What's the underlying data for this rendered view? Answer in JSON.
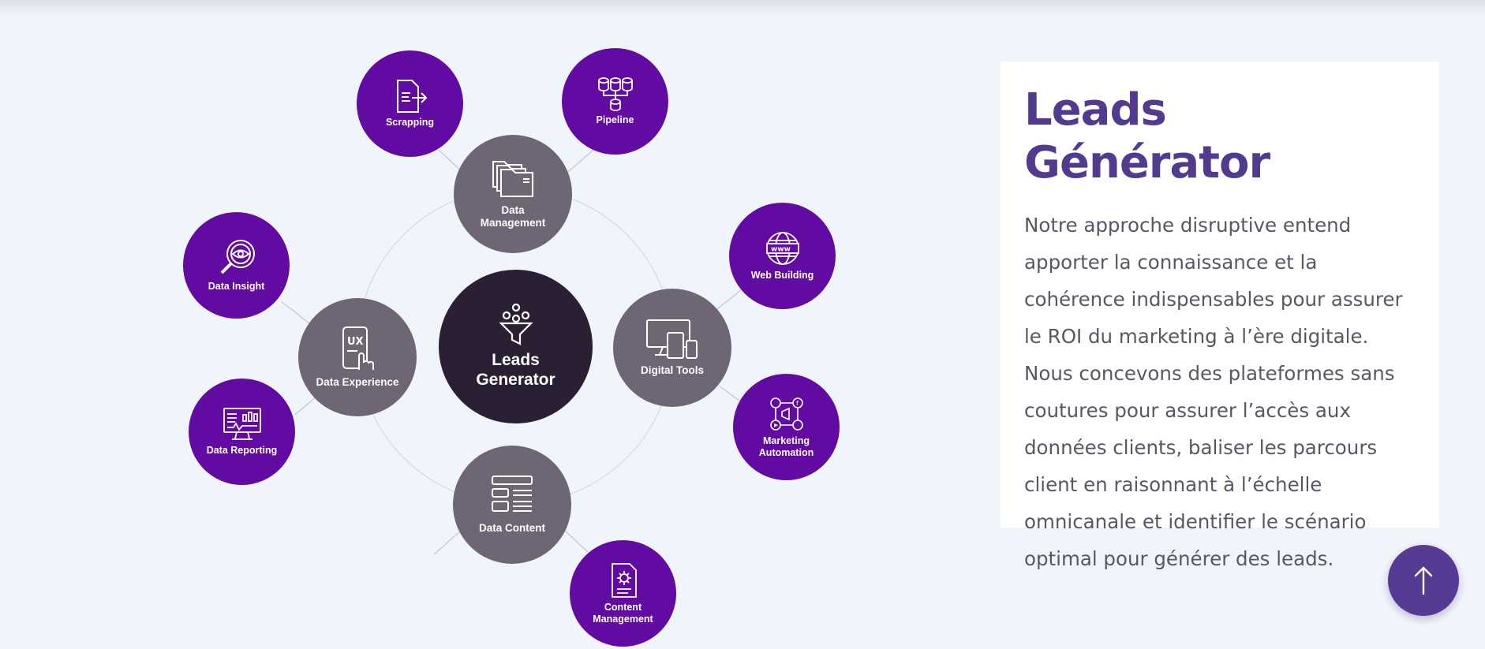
{
  "diagram": {
    "center": {
      "label": "Leads\nGenerator",
      "icon": "funnel-icon"
    },
    "hubs": {
      "data_management": {
        "label": "Data\nManagement",
        "icon": "folders-icon"
      },
      "data_experience": {
        "label": "Data Experience",
        "icon": "ux-touch-icon"
      },
      "digital_tools": {
        "label": "Digital Tools",
        "icon": "devices-icon"
      },
      "data_content": {
        "label": "Data Content",
        "icon": "layout-icon"
      }
    },
    "leaves": {
      "scrapping": {
        "label": "Scrapping",
        "icon": "document-export-icon"
      },
      "pipeline": {
        "label": "Pipeline",
        "icon": "database-pipeline-icon"
      },
      "data_insight": {
        "label": "Data Insight",
        "icon": "magnifier-eye-icon"
      },
      "data_reporting": {
        "label": "Data Reporting",
        "icon": "monitor-chart-icon"
      },
      "web_building": {
        "label": "Web Building",
        "icon": "globe-www-icon"
      },
      "marketing_automation": {
        "label": "Marketing\nAutomation",
        "icon": "social-network-icon"
      },
      "content_management": {
        "label": "Content\nManagement",
        "icon": "document-gear-icon"
      }
    }
  },
  "card": {
    "title": "Leads Générator",
    "body": "Notre approche disruptive entend apporter la connaissance et la cohérence indispensables pour assurer le ROI du marketing à l’ère digitale. Nous concevons des plateformes sans coutures pour assurer l’accès aux données clients, baliser les parcours client en raisonnant à l’échelle omnicanale et identifier le scénario optimal pour générer des leads."
  },
  "scroll_top": {
    "icon": "arrow-up-icon"
  },
  "colors": {
    "background": "#f0f4fb",
    "center": "#2a1f33",
    "hub": "#6e6575",
    "leaf": "#620ba3",
    "title": "#523a8f",
    "scroll_button": "#553b94"
  }
}
